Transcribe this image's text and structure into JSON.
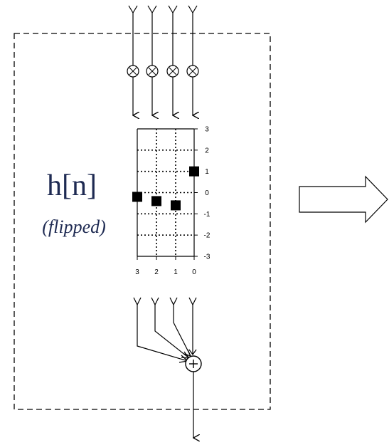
{
  "diagram": {
    "title": "h[n]",
    "subtitle": "(flipped)",
    "border_color": "#000000",
    "text_color": "#1e2a52"
  },
  "chart_data": {
    "type": "scatter",
    "x_tick_labels": [
      "3",
      "2",
      "1",
      "0"
    ],
    "y_tick_labels": [
      "3",
      "2",
      "1",
      "0",
      "-1",
      "-2",
      "-3"
    ],
    "ylim": [
      -3,
      3
    ],
    "grid": true,
    "points": [
      {
        "x": 3,
        "y": -0.2
      },
      {
        "x": 2,
        "y": -0.4
      },
      {
        "x": 1,
        "y": -0.6
      },
      {
        "x": 0,
        "y": 1.0
      }
    ]
  },
  "icons": {
    "multiplier": "circled-times-icon",
    "adder": "circled-plus-icon",
    "next_step": "hollow-right-arrow-icon"
  }
}
